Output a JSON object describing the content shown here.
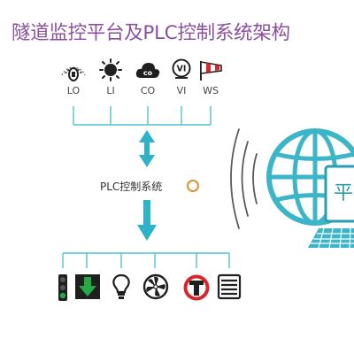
{
  "title": "隧道监控平台及PLC控制系统架构",
  "sensors": [
    {
      "label": "LO",
      "icon": "light-level-icon"
    },
    {
      "label": "LI",
      "icon": "sun-icon"
    },
    {
      "label": "CO",
      "icon": "co-cloud-icon",
      "glyph": "co"
    },
    {
      "label": "VI",
      "icon": "visibility-icon",
      "glyph": "VI"
    },
    {
      "label": "WS",
      "icon": "windsock-icon"
    }
  ],
  "plc": {
    "label": "PLC控制系统",
    "status_icon": "status-ring-icon"
  },
  "devices": [
    {
      "icon": "traffic-light-icon"
    },
    {
      "icon": "lane-indicator-arrow-icon"
    },
    {
      "icon": "lamp-icon"
    },
    {
      "icon": "ventilation-fan-icon"
    },
    {
      "icon": "tunnel-sign-icon"
    },
    {
      "icon": "shutter-icon"
    }
  ],
  "globe": {
    "glyph": "平",
    "icon": "globe-computer-icon"
  },
  "colors": {
    "title": "#8b4f9e",
    "line": "#4fc1cf",
    "arrow": "#2cb3c7",
    "ring": "#e0902c",
    "globe": "#3bb5c7",
    "green": "#22aa44",
    "red": "#d9262b"
  }
}
